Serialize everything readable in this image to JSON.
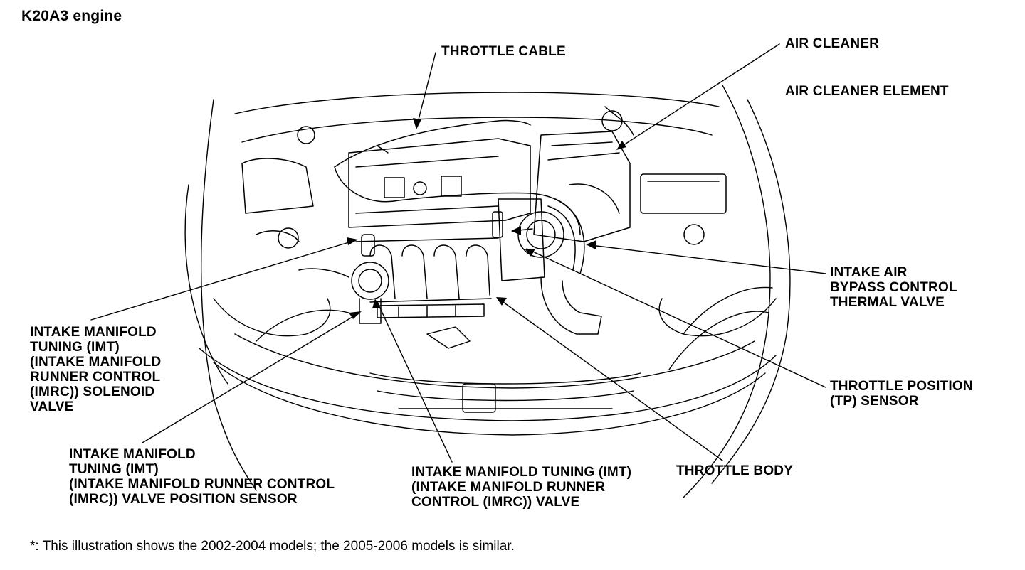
{
  "title": "K20A3 engine",
  "labels": {
    "throttle_cable": [
      "THROTTLE CABLE"
    ],
    "air_cleaner": [
      "AIR CLEANER"
    ],
    "air_cleaner_element": [
      "AIR CLEANER ELEMENT"
    ],
    "intake_air_bypass": [
      "INTAKE AIR",
      "BYPASS CONTROL",
      "THERMAL VALVE"
    ],
    "tp_sensor": [
      "THROTTLE POSITION",
      "(TP) SENSOR"
    ],
    "throttle_body": [
      "THROTTLE BODY"
    ],
    "imt_solenoid": [
      "INTAKE MANIFOLD",
      "TUNING (IMT)",
      "(INTAKE MANIFOLD",
      "RUNNER CONTROL",
      "(IMRC)) SOLENOID",
      "VALVE"
    ],
    "imt_position_sensor": [
      "INTAKE MANIFOLD",
      "TUNING (IMT)",
      "(INTAKE MANIFOLD RUNNER CONTROL",
      "(IMRC)) VALVE POSITION SENSOR"
    ],
    "imt_valve": [
      "INTAKE MANIFOLD TUNING (IMT)",
      "(INTAKE MANIFOLD RUNNER",
      "CONTROL (IMRC)) VALVE"
    ]
  },
  "footnote": "*: This illustration shows the 2002-2004 models; the 2005-2006 models is similar."
}
